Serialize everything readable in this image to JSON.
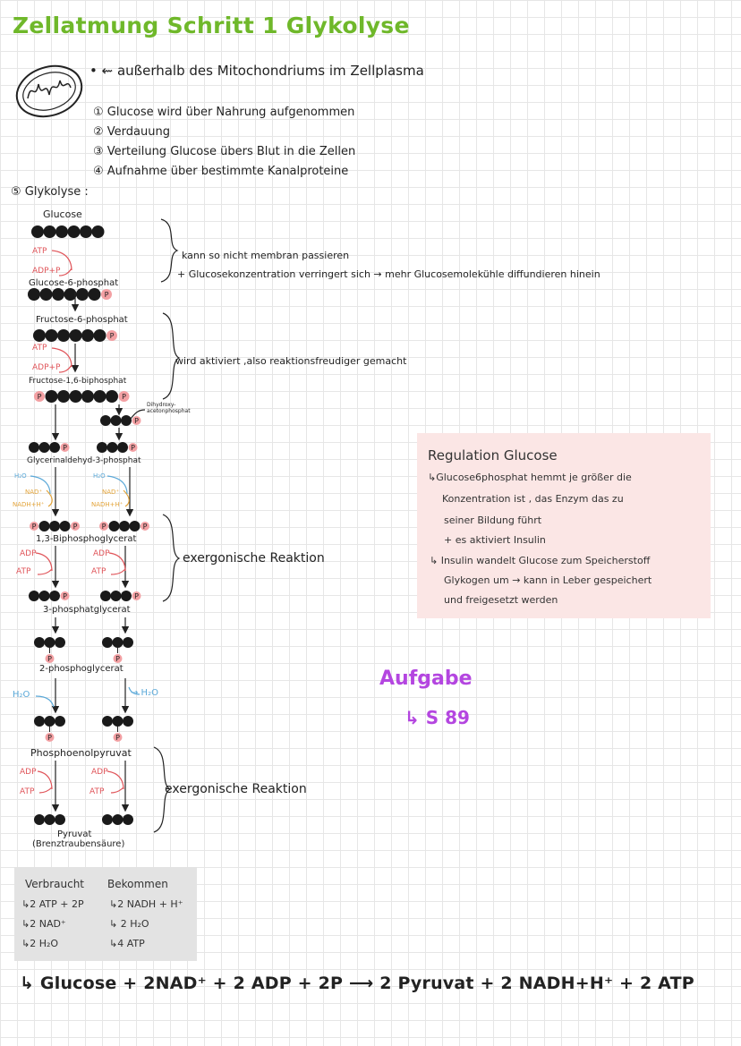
{
  "title": "Zellatmung Schritt 1 Glykolyse",
  "intro": {
    "location": "• ⇜ außerhalb des Mitochondriums im Zellplasma",
    "steps": [
      "① Glucose wird über Nahrung aufgenommen",
      "② Verdauung",
      "③ Verteilung Glucose übers Blut in die Zellen",
      "④ Aufnahme über bestimmte Kanalproteine"
    ],
    "step5": "⑤ Glykolyse :"
  },
  "pathway": {
    "glucose": "Glucose",
    "atp1": "ATP",
    "adp1": "ADP+P",
    "g6p": "Glucose-6-phosphat",
    "f6p": "Fructose-6-phosphat",
    "atp2": "ATP",
    "adp2": "ADP+P",
    "f16bp": "Fructose-1,6-biphosphat",
    "dhap": "Dihydroxy-\nacetonphosphat",
    "g3p": "Glycerinaldehyd-3-phosphat",
    "h2o_a": "H₂O",
    "nad_a": "NAD⁺",
    "nadh_a": "NADH+H⁺",
    "h2o_b": "H₂O",
    "nad_b": "NAD⁺",
    "nadh_b": "NADH+H⁺",
    "bpg": "1,3-Biphosphoglycerat",
    "adp3": "ADP",
    "atp3": "ATP",
    "adp4": "ADP",
    "atp4": "ATP",
    "pg3": "3-phosphatglycerat",
    "pg2": "2-phosphoglycerat",
    "h2o_c": "H₂O",
    "h2o_d": "→ H₂O",
    "pep": "Phosphoenolpyruvat",
    "adp5": "ADP",
    "atp5": "ATP",
    "adp6": "ADP",
    "atp6": "ATP",
    "pyruvat": "Pyruvat",
    "pyruvat_sub": "(Brenztraubensäure)",
    "phosphate": "P"
  },
  "notes": {
    "n1": "kann so nicht membran passieren",
    "n2": "+ Glucosekonzentration verringert sich → mehr Glucosemolekühle diffundieren hinein",
    "n3": "wird aktiviert ,also reaktionsfreudiger gemacht",
    "n4": "exergonische Reaktion",
    "n5": "exergonische Reaktion"
  },
  "regulation": {
    "title": "Regulation Glucose",
    "lines": [
      "↳Glucose6phosphat hemmt je größer die",
      "Konzentration ist , das Enzym das zu",
      "seiner Bildung führt",
      "+ es aktiviert Insulin",
      "↳ Insulin wandelt Glucose zum Speicherstoff",
      "Glykogen um → kann in Leber gespeichert",
      "und freigesetzt werden"
    ]
  },
  "aufgabe": {
    "label": "Aufgabe",
    "ref": "↳ S 89"
  },
  "summary": {
    "col1_head": "Verbraucht",
    "col1": [
      "↳2 ATP + 2P",
      "↳2 NAD⁺",
      "↳2 H₂O"
    ],
    "col2_head": "Bekommen",
    "col2": [
      "↳2 NADH + H⁺",
      "↳ 2 H₂O",
      "↳4 ATP"
    ]
  },
  "equation": "↳ Glucose + 2NAD⁺ + 2 ADP + 2P ⟶ 2 Pyruvat + 2 NADH+H⁺ + 2 ATP",
  "colors": {
    "title": "#6fb82a",
    "phosphate": "#f3a0a3",
    "atp": "#e0555a",
    "water": "#5aa8d8",
    "nad": "#e3a43a",
    "aufgabe": "#b446e0",
    "regulation_bg": "#fbe6e5"
  }
}
